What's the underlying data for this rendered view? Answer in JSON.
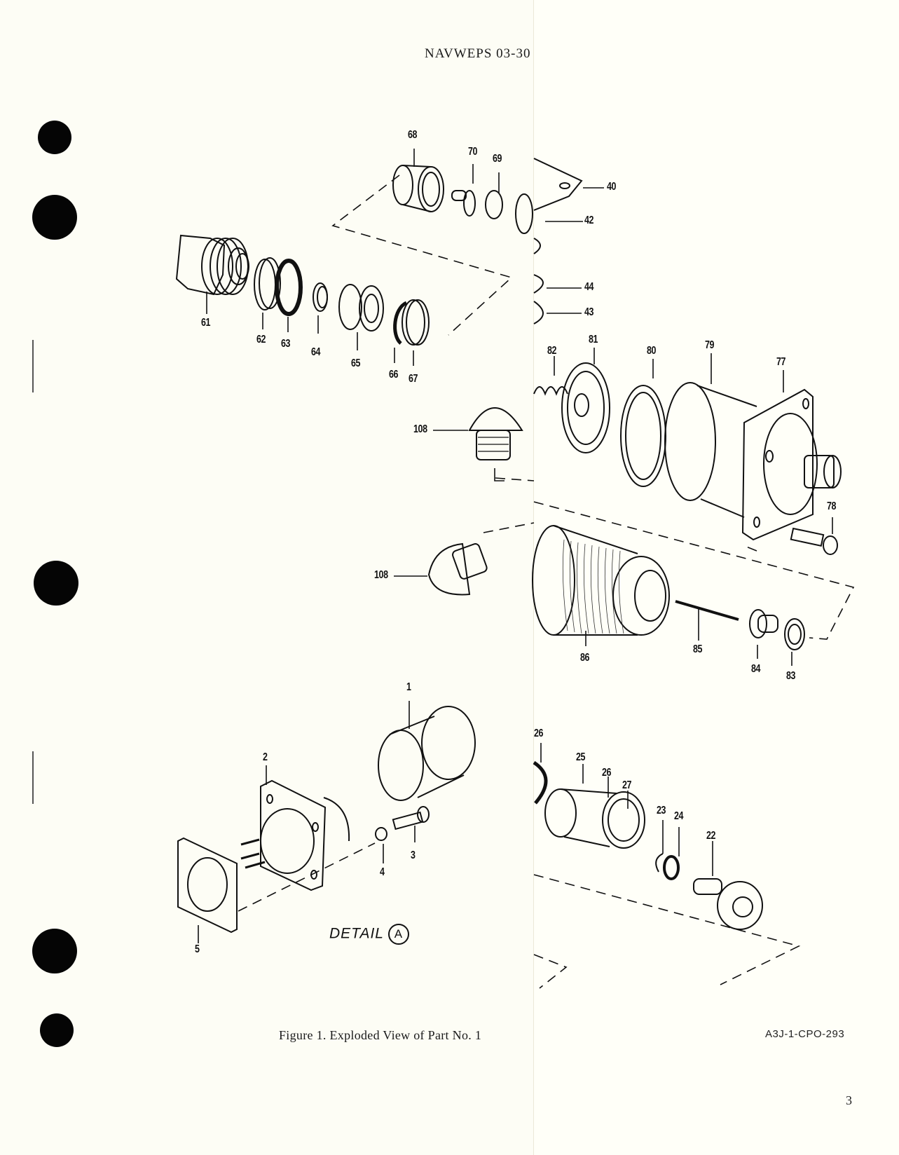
{
  "document": {
    "header": "NAVWEPS 03-30",
    "caption": "Figure 1.  Exploded View of Part No. 1",
    "figure_code": "A3J-1-CPO-293",
    "page_number": "3",
    "detail_label": "DETAIL",
    "detail_marker": "A"
  },
  "callouts": {
    "c1": "1",
    "c2": "2",
    "c3": "3",
    "c4": "4",
    "c5": "5",
    "c22": "22",
    "c23": "23",
    "c24": "24",
    "c25": "25",
    "c26a": "26",
    "c26b": "26",
    "c27": "27",
    "c40": "40",
    "c42": "42",
    "c43": "43",
    "c44": "44",
    "c61": "61",
    "c62": "62",
    "c63": "63",
    "c64": "64",
    "c65": "65",
    "c66": "66",
    "c67": "67",
    "c68": "68",
    "c69": "69",
    "c70": "70",
    "c77": "77",
    "c78": "78",
    "c79": "79",
    "c80": "80",
    "c81": "81",
    "c82": "82",
    "c83": "83",
    "c84": "84",
    "c85": "85",
    "c86": "86",
    "c108a": "108",
    "c108b": "108"
  }
}
